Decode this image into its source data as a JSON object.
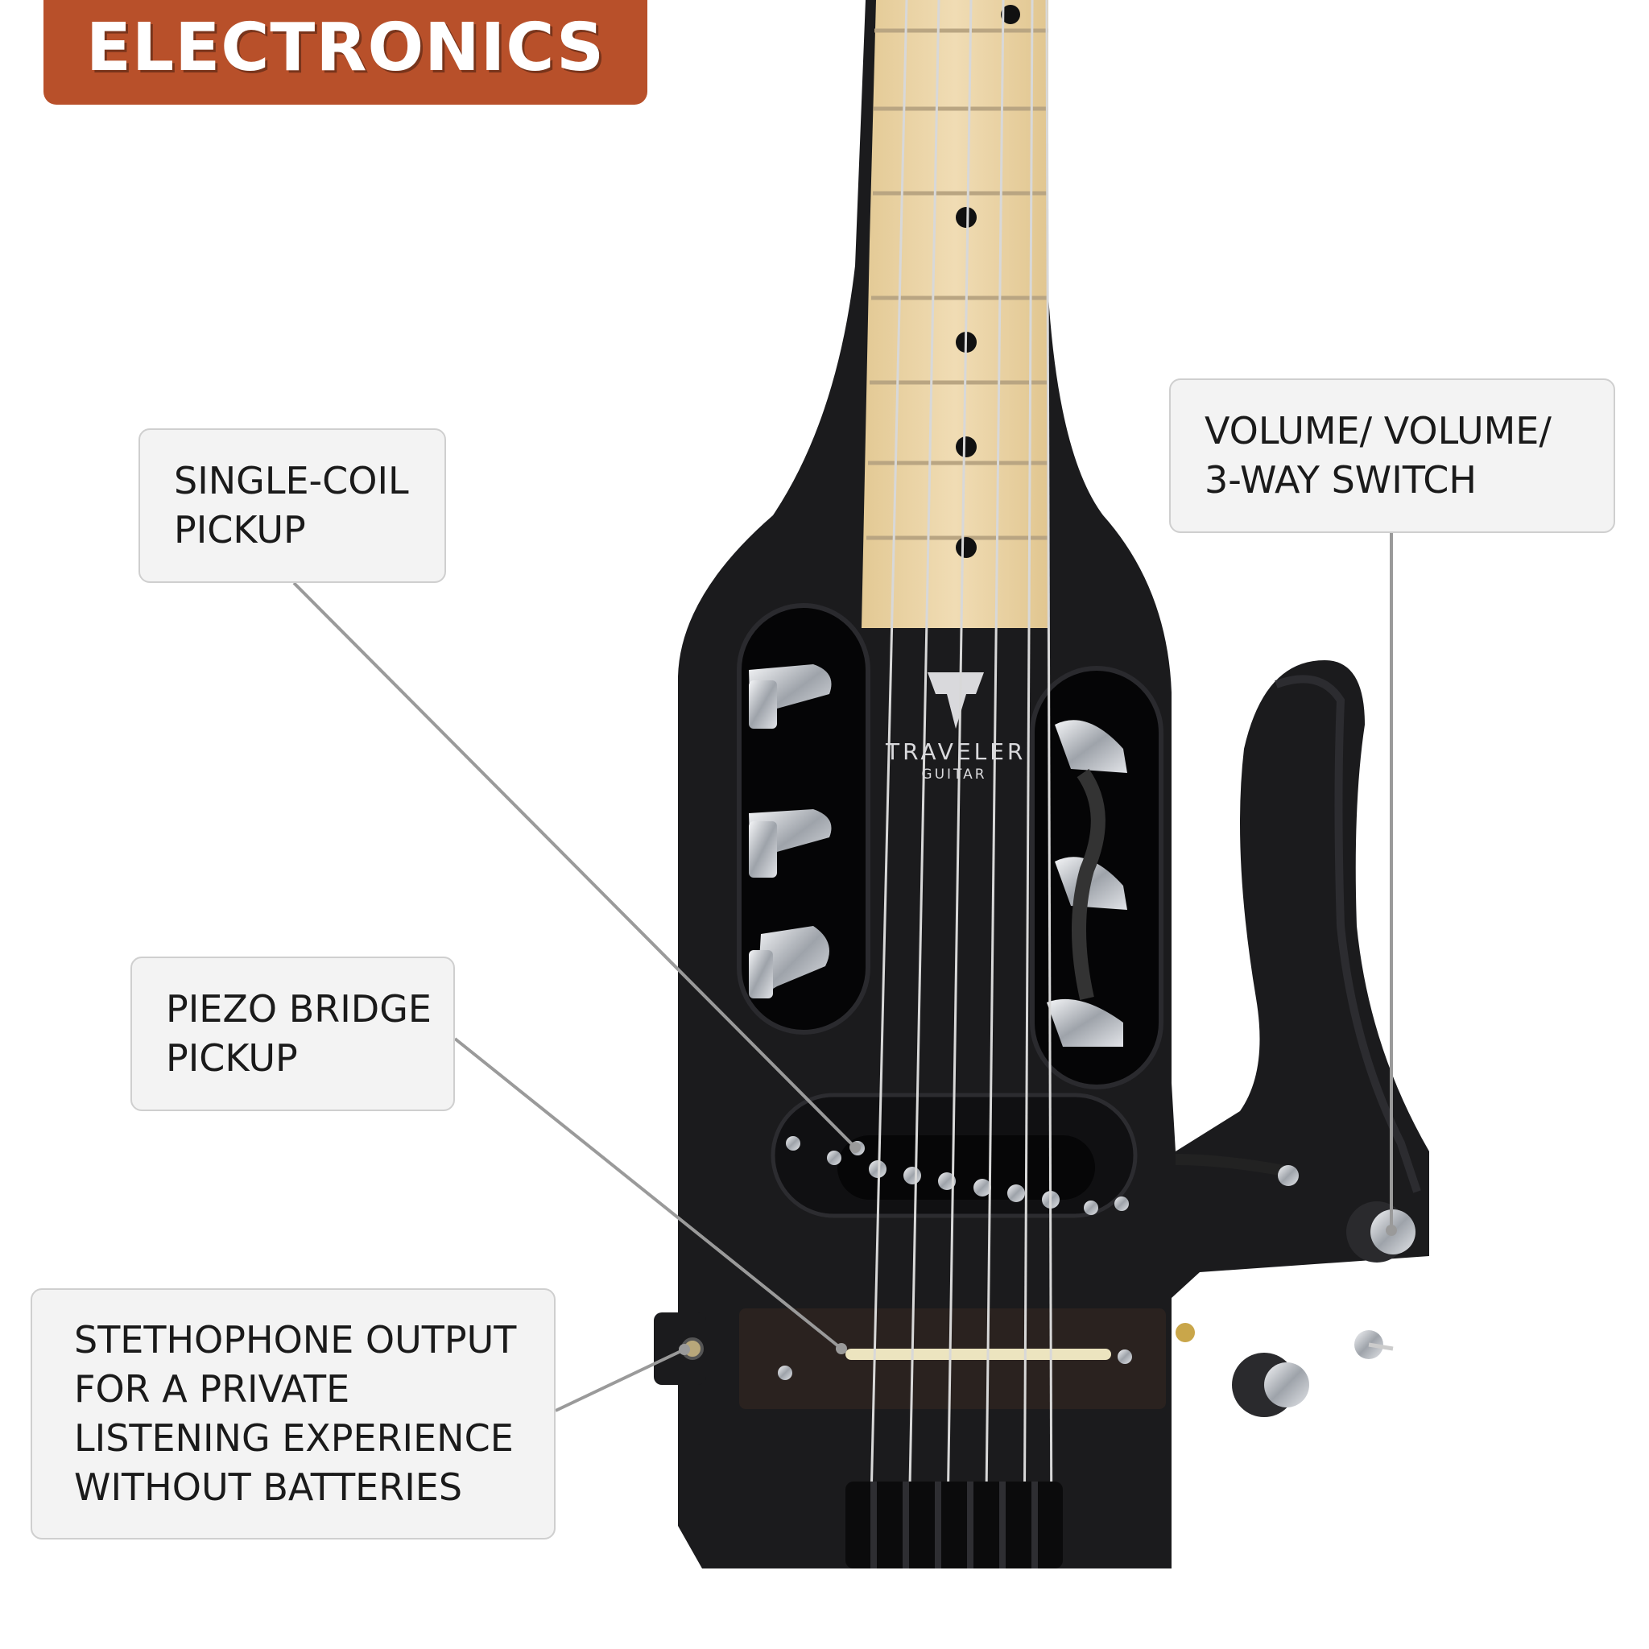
{
  "banner": {
    "title": "ELECTRONICS",
    "color": "#b8502a"
  },
  "product": {
    "brand": "TRAVELER",
    "subbrand": "GUITAR"
  },
  "callouts": {
    "single_coil": [
      "SINGLE-COIL",
      "PICKUP"
    ],
    "volume": [
      "VOLUME/ VOLUME/",
      "3-WAY SWITCH"
    ],
    "piezo": [
      "PIEZO BRIDGE",
      "PICKUP"
    ],
    "stethophone": [
      "STETHOPHONE OUTPUT",
      "FOR A PRIVATE",
      "LISTENING EXPERIENCE",
      "WITHOUT BATTERIES"
    ]
  },
  "colors": {
    "body": "#1b1b1d",
    "fretboard": "#e9d3a4",
    "chrome": "#c9ccd1",
    "leader_line": "#9a9a9a"
  }
}
